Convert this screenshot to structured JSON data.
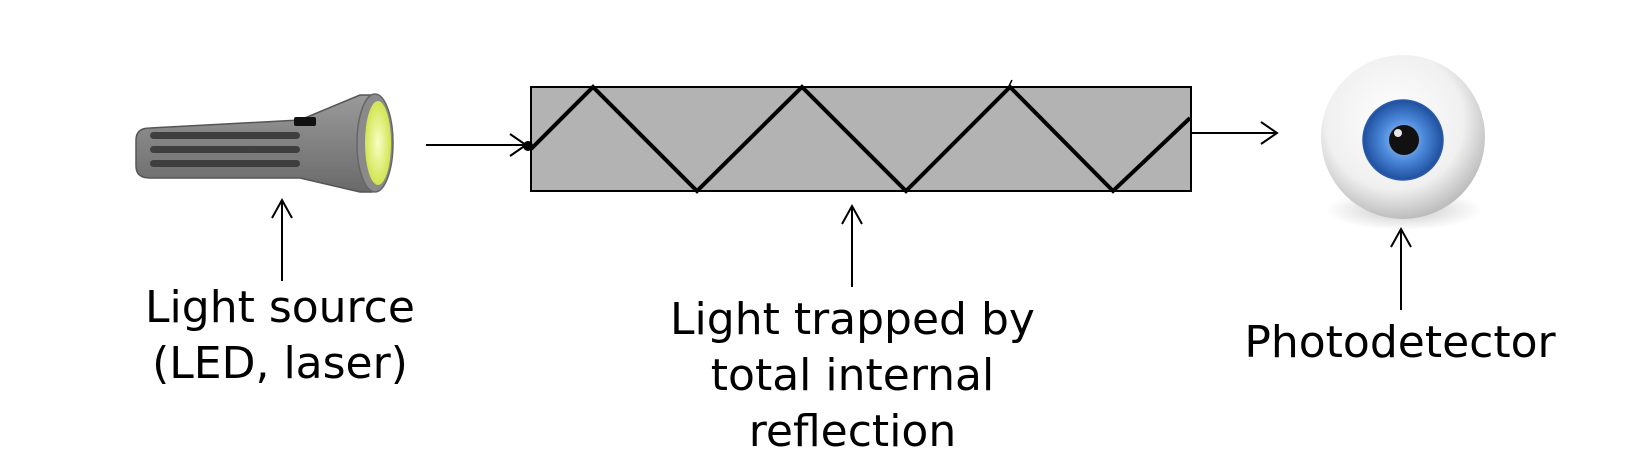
{
  "labels": {
    "light_source": [
      "Light source",
      "(LED, laser)"
    ],
    "fiber": [
      "Light trapped by",
      "total internal",
      "reflection"
    ],
    "detector": [
      "Photodetector"
    ]
  },
  "colors": {
    "fiber_fill": "#b3b3b3",
    "flashlight_body": "#7d7d7d",
    "flashlight_stripe": "#3f3f3f",
    "flashlight_lens": "#e6f26b",
    "eye_iris": "#4a86d8",
    "eye_pupil": "#111111"
  },
  "icons": [
    "flashlight-icon",
    "eye-icon"
  ]
}
